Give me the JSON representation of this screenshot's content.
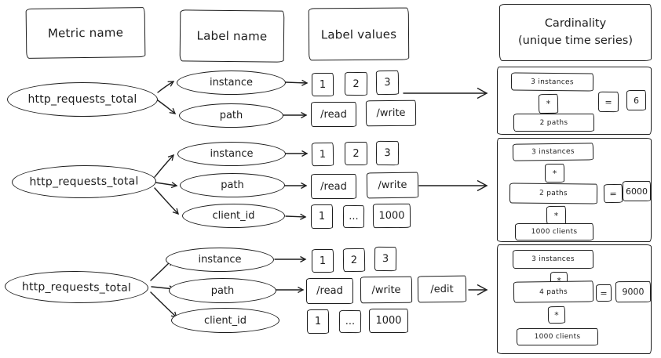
{
  "columns": {
    "metric_name": "Metric name",
    "label_name": "Label name",
    "label_values": "Label values",
    "cardinality_line1": "Cardinality",
    "cardinality_line2": "(unique time series)"
  },
  "rows": [
    {
      "metric": "http_requests_total",
      "labels": {
        "instance": {
          "name": "instance",
          "values": [
            "1",
            "2",
            "3"
          ]
        },
        "path": {
          "name": "path",
          "values": [
            "/read",
            "/write"
          ]
        }
      },
      "panel": {
        "instances": "3 instances",
        "multiply1": "*",
        "paths": "2 paths",
        "equals": "=",
        "total": "6"
      }
    },
    {
      "metric": "http_requests_total",
      "labels": {
        "instance": {
          "name": "instance",
          "values": [
            "1",
            "2",
            "3"
          ]
        },
        "path": {
          "name": "path",
          "values": [
            "/read",
            "/write"
          ]
        },
        "client_id": {
          "name": "client_id",
          "values": [
            "1",
            "...",
            "1000"
          ]
        }
      },
      "panel": {
        "instances": "3 instances",
        "multiply1": "*",
        "paths": "2 paths",
        "equals": "=",
        "total": "6000",
        "multiply2": "*",
        "clients": "1000 clients"
      }
    },
    {
      "metric": "http_requests_total",
      "labels": {
        "instance": {
          "name": "instance",
          "values": [
            "1",
            "2",
            "3"
          ]
        },
        "path": {
          "name": "path",
          "values": [
            "/read",
            "/write",
            "/edit"
          ]
        },
        "client_id": {
          "name": "client_id",
          "values": [
            "1",
            "...",
            "1000"
          ]
        }
      },
      "panel": {
        "instances": "3 instances",
        "multiply1": "*",
        "paths": "4 paths",
        "equals": "=",
        "total": "9000",
        "multiply2": "*",
        "clients": "1000 clients"
      }
    }
  ],
  "colors": {
    "ink": "#1d1d1d",
    "background": "#ffffff"
  }
}
